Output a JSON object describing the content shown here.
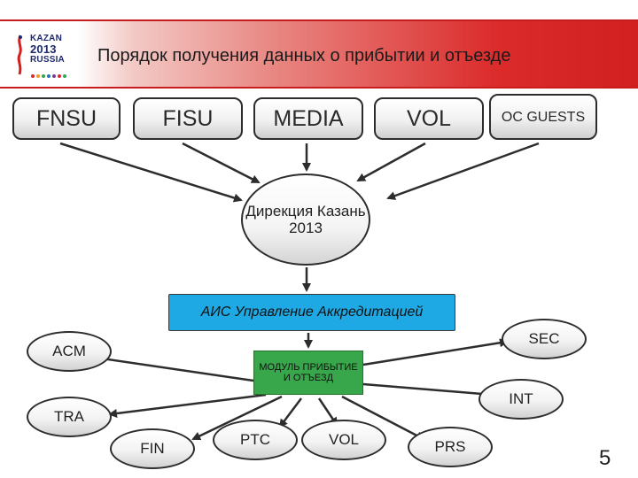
{
  "header": {
    "title": "Порядок получения данных о прибытии и отъезде",
    "logo": {
      "line1": "KAZAN",
      "line2": "2013",
      "line3": "RUSSIA"
    }
  },
  "sources": {
    "fnsu": "FNSU",
    "fisu": "FISU",
    "media": "MEDIA",
    "vol": "VOL",
    "oc_guests": "OC GUESTS"
  },
  "center": {
    "directorate": "Дирекция Казань 2013",
    "ais": "АИС Управление Аккредитацией",
    "module": "МОДУЛЬ ПРИБЫТИЕ И ОТЪЕЗД"
  },
  "outputs": {
    "acm": "ACM",
    "sec": "SEC",
    "int": "INT",
    "tra": "TRA",
    "fin": "FIN",
    "ptc": "PTC",
    "vol": "VOL",
    "prs": "PRS"
  },
  "page_number": "5",
  "colors": {
    "header_red": "#d22020",
    "ais_blue": "#1ea9e4",
    "module_green": "#38a64a"
  }
}
